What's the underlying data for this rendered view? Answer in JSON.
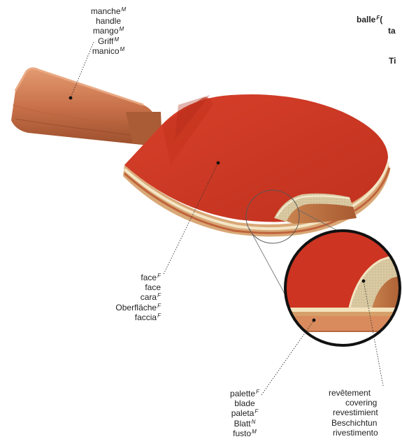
{
  "labels": {
    "manche": {
      "fr": "manche",
      "fr_g": "M",
      "en": "handle",
      "es": "mango",
      "es_g": "M",
      "de": "Griff",
      "de_g": "M",
      "it": "manico",
      "it_g": "M"
    },
    "face": {
      "fr": "face",
      "fr_g": "F",
      "en": "face",
      "es": "cara",
      "es_g": "F",
      "de": "Oberfläche",
      "de_g": "F",
      "it": "faccia",
      "it_g": "F"
    },
    "palette": {
      "fr": "palette",
      "fr_g": "F",
      "en": "blade",
      "es": "paleta",
      "es_g": "F",
      "de": "Blatt",
      "de_g": "N",
      "it": "fusto",
      "it_g": "M"
    },
    "revetement": {
      "fr": "revêtement",
      "en": "covering",
      "es": "revestimient",
      "de": "Beschichtun",
      "it": "rivestimento"
    }
  },
  "cropped": {
    "balle": "balle",
    "balle_g": "F",
    "balle_rest": "(",
    "ta": "ta",
    "ti": "Ti"
  },
  "colors": {
    "rubber": "#d13a26",
    "rubber_dark": "#b02a18",
    "wood_light": "#f2e2bd",
    "wood_mid": "#d9b98a",
    "wood_dark": "#a0522d",
    "handle": "#c8714a",
    "leader": "#333333"
  }
}
